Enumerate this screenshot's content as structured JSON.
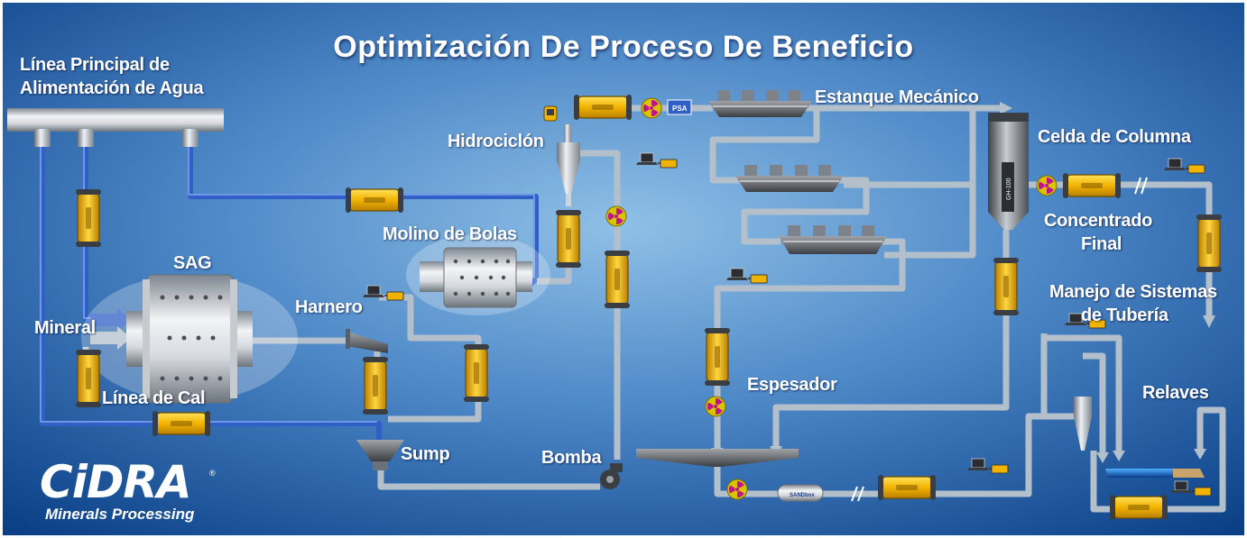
{
  "title": "Optimización De Proceso De Beneficio",
  "labels": {
    "water_line": [
      "Línea Principal de",
      "Alimentación de Agua"
    ],
    "sag": "SAG",
    "mineral": "Mineral",
    "lime_line": "Línea de Cal",
    "screen": "Harnero",
    "ball_mill": "Molino de Bolas",
    "hydrocyclone": "Hidrociclón",
    "sump": "Sump",
    "pump": "Bomba",
    "mechanical_tank": "Estanque Mecánico",
    "column_cell": "Celda de Columna",
    "final_concentrate": [
      "Concentrado",
      "Final"
    ],
    "piping": [
      "Manejo de Sistemas",
      "de Tubería"
    ],
    "thickener": "Espesador",
    "tailings": "Relaves"
  },
  "device_text": {
    "psa": "PSA",
    "gh": "GH-100",
    "sandbox": "SANDbox"
  },
  "brand": {
    "name": "CiDRA",
    "registered": "®",
    "subtitle": "Minerals Processing"
  },
  "colors": {
    "bg_dark": "#0a3f86",
    "bg_light": "#6fa9d8",
    "pipe_water": "#3d6fd0",
    "pipe_slurry": "#b7c3cf",
    "sonar": "#f0b400",
    "nuclear": "#d8c400"
  },
  "icons": {
    "sonar_meter": "yellow-sonar-meter-icon",
    "density_gauge": "radiation-gauge-icon",
    "transmitter": "laptop-transmitter-icon"
  }
}
